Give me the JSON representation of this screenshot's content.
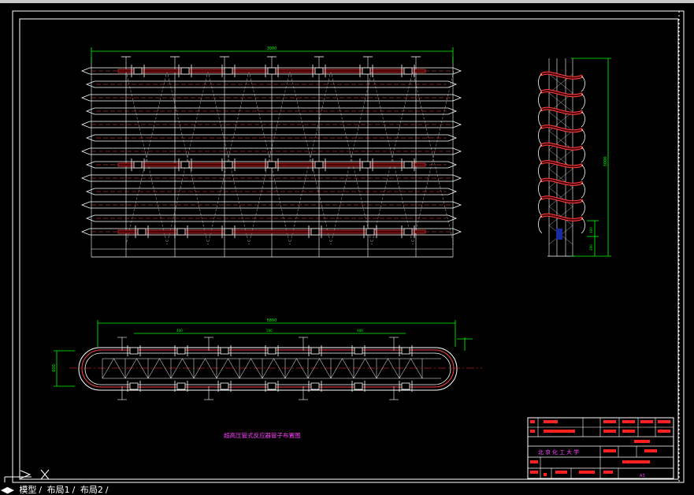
{
  "colors": {
    "background": "#000000",
    "frame": "#ffffff",
    "tube": "#ff4040",
    "tube_fill": "#4a0000",
    "dimension": "#00ff00",
    "caption": "#ff40ff",
    "centerline": "#ff3030"
  },
  "drawing": {
    "caption": "超高压管式反应器管子布置图",
    "dim_top_width": "3000",
    "dim_side_height": "3000",
    "dim_side_small_1": "100",
    "dim_side_small_2": "200",
    "dim_bottom_width": "5800",
    "dim_bottom_seg_1": "400",
    "dim_bottom_seg_2": "500",
    "dim_bottom_seg_3": "400",
    "dim_bottom_height": "600"
  },
  "title_block": {
    "university": "北京化工大学",
    "sheet_no": "A3"
  },
  "tabs": {
    "model": "模型",
    "layout1": "布局1",
    "layout2": "布局2"
  },
  "icons": {
    "ucs": "ucs-icon"
  }
}
